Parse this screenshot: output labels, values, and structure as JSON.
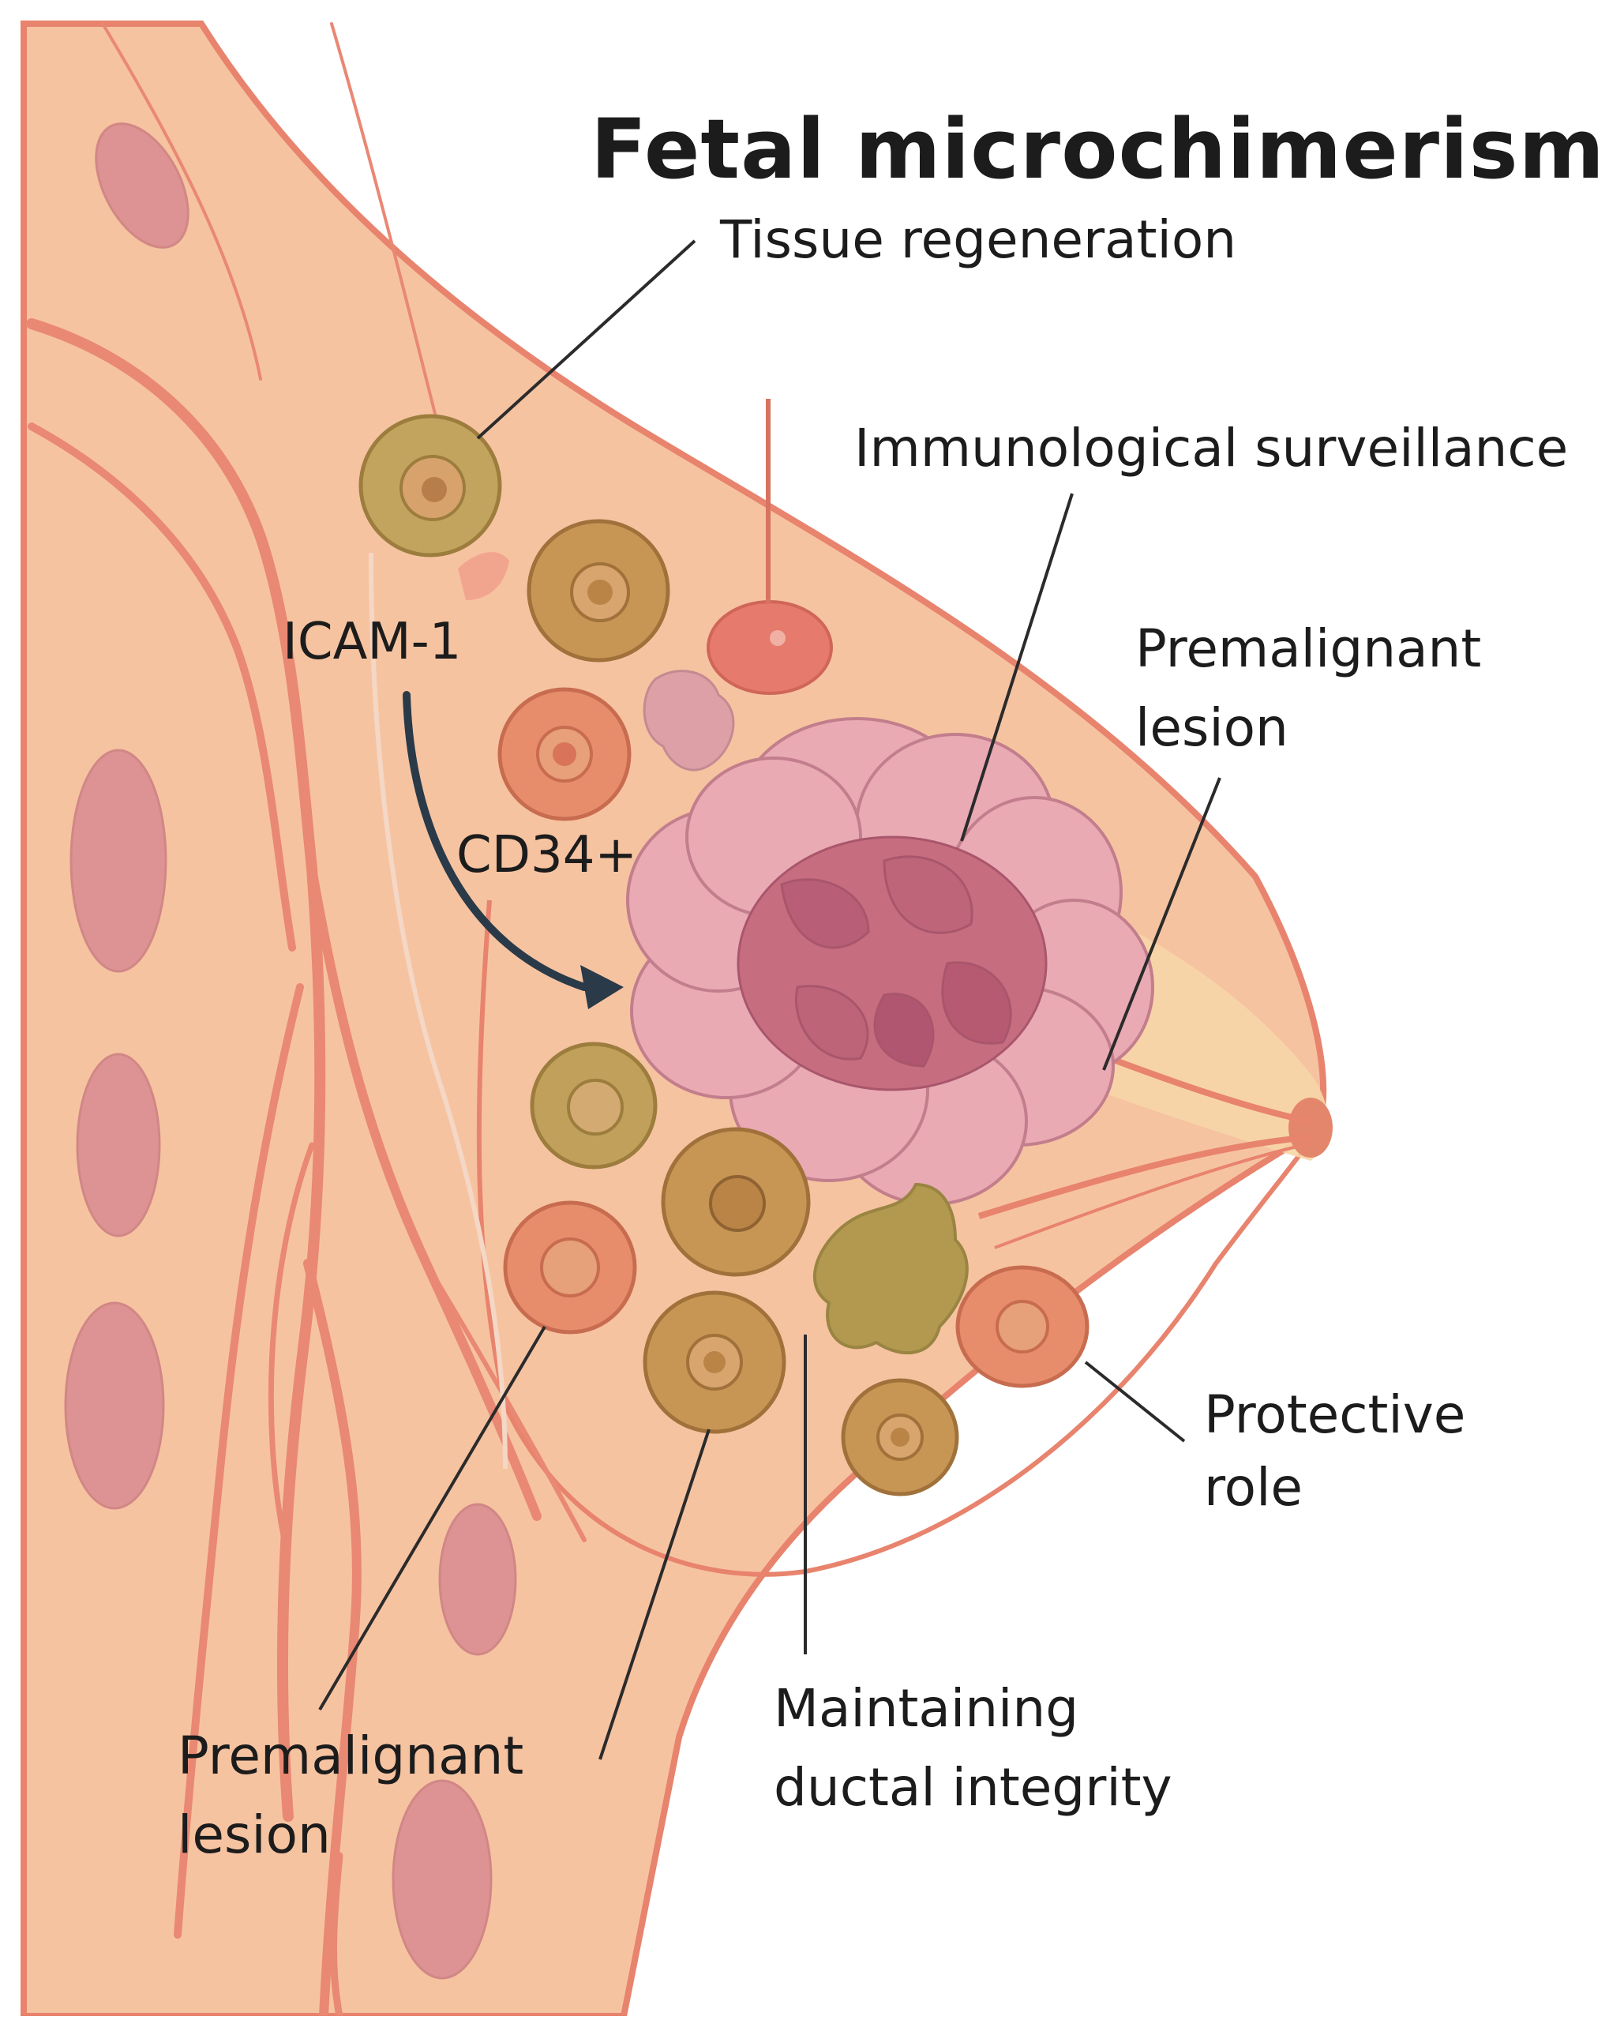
{
  "title": "Fetal microchimerism",
  "labels": {
    "tissue_regeneration": "Tissue regeneration",
    "immunological_surveillance": "Immunological surveillance",
    "premalignant_lesion_right_1": "Premalignant",
    "premalignant_lesion_right_2": "lesion",
    "icam1": "ICAM-1",
    "cd34": "CD34+",
    "protective_role_1": "Protective",
    "protective_role_2": "role",
    "maintaining_1": "Maintaining",
    "maintaining_2": "ductal integrity",
    "premalignant_lesion_left_1": "Premalignant",
    "premalignant_lesion_left_2": "lesion"
  },
  "colors": {
    "tissue": "#f6c3a1",
    "tissue_outline": "#e8836d",
    "vessel": "#e98873",
    "lobule_pink": "#e9aab4",
    "lesion_core": "#c76d80",
    "olive_cell": "#c3a45f",
    "brown_cell": "#c89654",
    "orange_cell": "#e88d6c",
    "arrow": "#2a3a48"
  }
}
